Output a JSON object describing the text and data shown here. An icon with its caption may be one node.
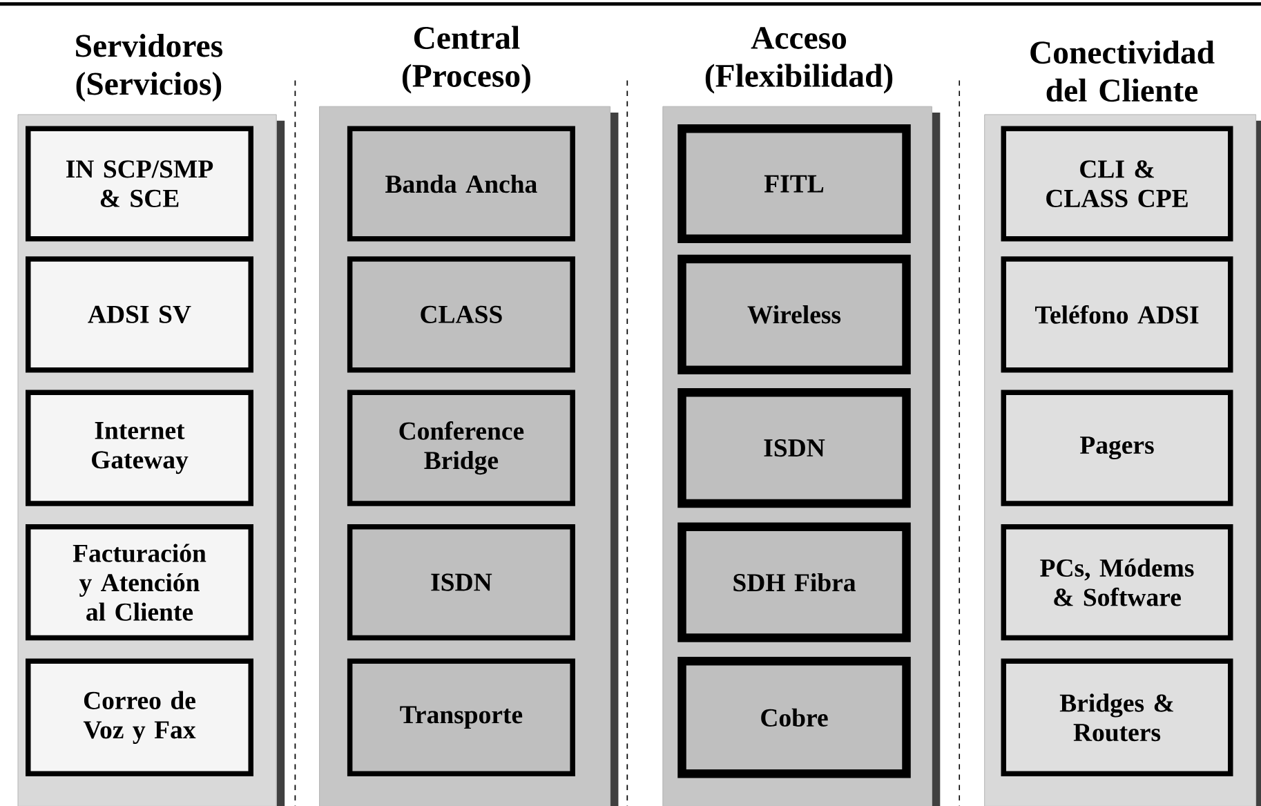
{
  "diagram": {
    "nodes": [
      {
        "text": [
          "Servidores (Servicios)"
        ]
      },
      {
        "text": [
          "IN SCP/SMP & SCE"
        ],
        "in": 0
      },
      {
        "text": [
          "ADSI SV"
        ],
        "in": 0
      },
      {
        "text": [
          "Internet Gateway"
        ],
        "in": 0
      },
      {
        "text": [
          "Facturación y Atención al Cliente"
        ],
        "in": 0
      },
      {
        "text": [
          "Correo de Voz y Fax"
        ],
        "in": 0
      },
      {
        "text": [
          "Central (Proceso)"
        ]
      },
      {
        "text": [
          "Banda Ancha"
        ],
        "in": 6
      },
      {
        "text": [
          "CLASS"
        ],
        "in": 6
      },
      {
        "text": [
          "Conference Bridge"
        ],
        "in": 6
      },
      {
        "text": [
          "ISDN"
        ],
        "in": 6
      },
      {
        "text": [
          "Transporte"
        ],
        "in": 6
      },
      {
        "text": [
          "Acceso (Flexibilidad)"
        ]
      },
      {
        "text": [
          "FITL"
        ],
        "in": 12
      },
      {
        "text": [
          "Wireless"
        ],
        "in": 12
      },
      {
        "text": [
          "ISDN"
        ],
        "in": 12
      },
      {
        "text": [
          "SDH Fibra"
        ],
        "in": 12
      },
      {
        "text": [
          "Cobre"
        ],
        "in": 12
      },
      {
        "text": [
          "Conectividad del Cliente"
        ]
      },
      {
        "text": [
          "CLI & CLASS CPE"
        ],
        "in": 18
      },
      {
        "text": [
          "Teléfono ADSI"
        ],
        "in": 18
      },
      {
        "text": [
          "Pagers"
        ],
        "in": 18
      },
      {
        "text": [
          "PCs, Módems & Software"
        ],
        "in": 18
      },
      {
        "text": [
          "Bridges & Routers"
        ],
        "in": 18
      }
    ]
  }
}
